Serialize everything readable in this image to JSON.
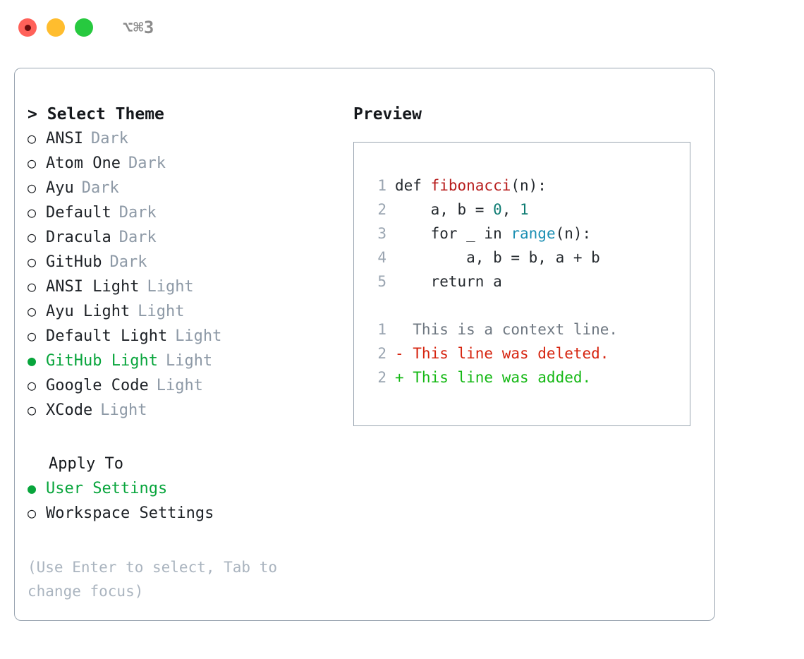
{
  "titlebar": {
    "shortcut": "⌥⌘3",
    "buttons": [
      {
        "name": "close",
        "color": "#ff6159"
      },
      {
        "name": "minimize",
        "color": "#ffbd2e"
      },
      {
        "name": "maximize",
        "color": "#27c93f"
      }
    ]
  },
  "colors": {
    "accent_green": "#08a53c",
    "border": "#9aa5b1",
    "muted": "#8d99a6",
    "hint": "#aab4bf",
    "diff_add": "#14b814",
    "diff_del": "#d6240f",
    "diff_ctx": "#6e7781",
    "code_fn": "#b71c1c",
    "code_num": "#0f7c73",
    "code_builtin": "#1b8fb3"
  },
  "theme_list": {
    "heading": "Select Theme",
    "caret": ">",
    "marker_unselected": "○",
    "marker_selected": "●",
    "items": [
      {
        "label": "ANSI",
        "tag": "Dark",
        "selected": false
      },
      {
        "label": "Atom One",
        "tag": "Dark",
        "selected": false
      },
      {
        "label": "Ayu",
        "tag": "Dark",
        "selected": false
      },
      {
        "label": "Default",
        "tag": "Dark",
        "selected": false
      },
      {
        "label": "Dracula",
        "tag": "Dark",
        "selected": false
      },
      {
        "label": "GitHub",
        "tag": "Dark",
        "selected": false
      },
      {
        "label": "ANSI Light",
        "tag": "Light",
        "selected": false
      },
      {
        "label": "Ayu Light",
        "tag": "Light",
        "selected": false
      },
      {
        "label": "Default Light",
        "tag": "Light",
        "selected": false
      },
      {
        "label": "GitHub Light",
        "tag": "Light",
        "selected": true
      },
      {
        "label": "Google Code",
        "tag": "Light",
        "selected": false
      },
      {
        "label": "XCode",
        "tag": "Light",
        "selected": false
      }
    ]
  },
  "apply_to": {
    "heading": "Apply To",
    "options": [
      {
        "label": "User Settings",
        "selected": true
      },
      {
        "label": "Workspace Settings",
        "selected": false
      }
    ]
  },
  "hint": "(Use Enter to select, Tab to change focus)",
  "preview": {
    "heading": "Preview",
    "code_lines": [
      {
        "no": "1",
        "parts": [
          {
            "text": "def ",
            "kind": "plain"
          },
          {
            "text": "fibonacci",
            "kind": "fn"
          },
          {
            "text": "(n):",
            "kind": "plain"
          }
        ]
      },
      {
        "no": "2",
        "parts": [
          {
            "text": "    a, b = ",
            "kind": "plain"
          },
          {
            "text": "0",
            "kind": "num"
          },
          {
            "text": ", ",
            "kind": "plain"
          },
          {
            "text": "1",
            "kind": "num"
          }
        ]
      },
      {
        "no": "3",
        "parts": [
          {
            "text": "    for _ in ",
            "kind": "plain"
          },
          {
            "text": "range",
            "kind": "builtin"
          },
          {
            "text": "(n):",
            "kind": "plain"
          }
        ]
      },
      {
        "no": "4",
        "parts": [
          {
            "text": "        a, b = b, a + b",
            "kind": "plain"
          }
        ]
      },
      {
        "no": "5",
        "parts": [
          {
            "text": "    return a",
            "kind": "plain"
          }
        ]
      }
    ],
    "diff_lines": [
      {
        "no": "1",
        "sign": "  ",
        "text": "This is a context line.",
        "kind": "ctx"
      },
      {
        "no": "2",
        "sign": "- ",
        "text": "This line was deleted.",
        "kind": "del"
      },
      {
        "no": "2",
        "sign": "+ ",
        "text": "This line was added.",
        "kind": "add"
      }
    ]
  }
}
